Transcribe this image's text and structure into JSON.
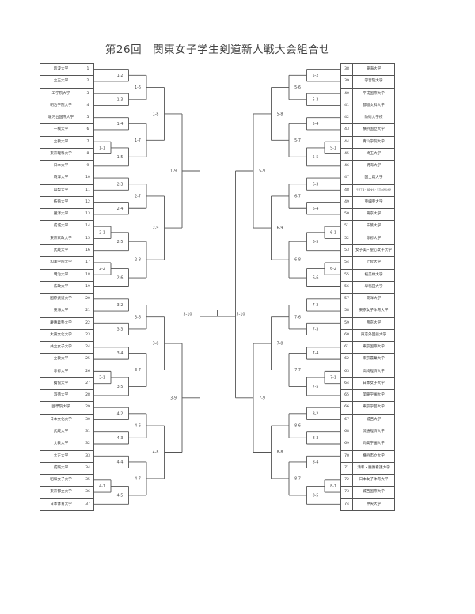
{
  "title": "第26回　関東女子学生剣道新人戦大会組合せ",
  "left": {
    "teams": [
      {
        "no": "1",
        "name": "筑波大学"
      },
      {
        "no": "2",
        "name": "立正大学"
      },
      {
        "no": "3",
        "name": "工学院大学"
      },
      {
        "no": "4",
        "name": "明治学院大学"
      },
      {
        "no": "5",
        "name": "駿河台国際大学"
      },
      {
        "no": "6",
        "name": "一橋大学"
      },
      {
        "no": "7",
        "name": "立教大学"
      },
      {
        "no": "8",
        "name": "東京理科大学"
      },
      {
        "no": "9",
        "name": "日本大学"
      },
      {
        "no": "10",
        "name": "駒澤大学"
      },
      {
        "no": "11",
        "name": "山梨大学"
      },
      {
        "no": "12",
        "name": "拓殖大学"
      },
      {
        "no": "13",
        "name": "麗澤大学"
      },
      {
        "no": "14",
        "name": "成城大学"
      },
      {
        "no": "15",
        "name": "東京家政大学"
      },
      {
        "no": "16",
        "name": "武蔵大学"
      },
      {
        "no": "17",
        "name": "和洋学院大学"
      },
      {
        "no": "18",
        "name": "明治大学"
      },
      {
        "no": "19",
        "name": "法政大学"
      },
      {
        "no": "20",
        "name": "国際武道大学"
      },
      {
        "no": "21",
        "name": "東海大学"
      },
      {
        "no": "22",
        "name": "慶應義塾大学"
      },
      {
        "no": "23",
        "name": "大東文化大学"
      },
      {
        "no": "24",
        "name": "共立女子大学"
      },
      {
        "no": "25",
        "name": "立教大学"
      },
      {
        "no": "26",
        "name": "専修大学"
      },
      {
        "no": "27",
        "name": "獨協大学"
      },
      {
        "no": "28",
        "name": "淑徳大学"
      },
      {
        "no": "29",
        "name": "國學院大学"
      },
      {
        "no": "30",
        "name": "日本文化大学"
      },
      {
        "no": "31",
        "name": "武蔵大学"
      },
      {
        "no": "32",
        "name": "文教大学"
      },
      {
        "no": "33",
        "name": "大正大学"
      },
      {
        "no": "34",
        "name": "成蹊大学"
      },
      {
        "no": "35",
        "name": "昭和女子大学"
      },
      {
        "no": "36",
        "name": "東京都立大学"
      },
      {
        "no": "37",
        "name": "日本体育大学"
      }
    ]
  },
  "right": {
    "teams": [
      {
        "no": "38",
        "name": "東海大学"
      },
      {
        "no": "39",
        "name": "学習院大学"
      },
      {
        "no": "40",
        "name": "平成国際大学"
      },
      {
        "no": "41",
        "name": "都留文科大学"
      },
      {
        "no": "42",
        "name": "防衛大学校"
      },
      {
        "no": "43",
        "name": "横浜国立大学"
      },
      {
        "no": "44",
        "name": "青山学院大学"
      },
      {
        "no": "45",
        "name": "埼玉大学"
      },
      {
        "no": "46",
        "name": "明海大学"
      },
      {
        "no": "47",
        "name": "国士舘大学"
      },
      {
        "no": "48",
        "name": "千葉工業・静岡文化・江戸川学院大学"
      },
      {
        "no": "49",
        "name": "亜細亜大学"
      },
      {
        "no": "50",
        "name": "東京大学"
      },
      {
        "no": "51",
        "name": "千葉大学"
      },
      {
        "no": "52",
        "name": "専修大学"
      },
      {
        "no": "53",
        "name": "女子美・聖心女子大学"
      },
      {
        "no": "54",
        "name": "上智大学"
      },
      {
        "no": "55",
        "name": "桜美林大学"
      },
      {
        "no": "56",
        "name": "早稲田大学"
      },
      {
        "no": "57",
        "name": "東洋大学"
      },
      {
        "no": "58",
        "name": "東京女子体育大学"
      },
      {
        "no": "59",
        "name": "帝京大学"
      },
      {
        "no": "60",
        "name": "東京外国語大学"
      },
      {
        "no": "61",
        "name": "東京国際大学"
      },
      {
        "no": "62",
        "name": "東京農業大学"
      },
      {
        "no": "63",
        "name": "高崎経済大学"
      },
      {
        "no": "64",
        "name": "日本女子大学"
      },
      {
        "no": "65",
        "name": "関東学園大学"
      },
      {
        "no": "66",
        "name": "東京学芸大学"
      },
      {
        "no": "67",
        "name": "城西大学"
      },
      {
        "no": "68",
        "name": "流通経済大学"
      },
      {
        "no": "69",
        "name": "尚美学園大学"
      },
      {
        "no": "70",
        "name": "横浜市立大学"
      },
      {
        "no": "71",
        "name": "清和・慶應看護大学"
      },
      {
        "no": "72",
        "name": "日本女子体育大学"
      },
      {
        "no": "73",
        "name": "城西国際大学"
      },
      {
        "no": "74",
        "name": "中央大学"
      }
    ]
  },
  "bracket": {
    "left": {
      "m": "3-10",
      "c": [
        {
          "m": "1-9",
          "c": [
            {
              "m": "1-8",
              "c": [
                {
                  "m": "1-6",
                  "c": [
                    {
                      "m": "1-2",
                      "c": [
                        1,
                        2
                      ]
                    },
                    {
                      "m": "1-3",
                      "c": [
                        3,
                        4
                      ]
                    }
                  ]
                },
                {
                  "m": "1-7",
                  "c": [
                    {
                      "m": "1-4",
                      "c": [
                        5,
                        6
                      ]
                    },
                    {
                      "m": "1-5",
                      "c": [
                        {
                          "m": "1-1",
                          "c": [
                            7,
                            8
                          ]
                        },
                        9
                      ]
                    }
                  ]
                }
              ]
            },
            {
              "m": "2-9",
              "c": [
                {
                  "m": "2-7",
                  "c": [
                    {
                      "m": "2-3",
                      "c": [
                        10,
                        11
                      ]
                    },
                    {
                      "m": "2-4",
                      "c": [
                        12,
                        13
                      ]
                    }
                  ]
                },
                {
                  "m": "2-8",
                  "c": [
                    {
                      "m": "2-5",
                      "c": [
                        {
                          "m": "2-1",
                          "c": [
                            14,
                            15
                          ]
                        },
                        16
                      ]
                    },
                    {
                      "m": "2-6",
                      "c": [
                        {
                          "m": "2-2",
                          "c": [
                            17,
                            18
                          ]
                        },
                        19
                      ]
                    }
                  ]
                }
              ]
            }
          ]
        },
        {
          "m": "3-9",
          "c": [
            {
              "m": "3-8",
              "c": [
                {
                  "m": "3-6",
                  "c": [
                    {
                      "m": "3-2",
                      "c": [
                        20,
                        21
                      ]
                    },
                    {
                      "m": "3-3",
                      "c": [
                        22,
                        23
                      ]
                    }
                  ]
                },
                {
                  "m": "3-7",
                  "c": [
                    {
                      "m": "3-4",
                      "c": [
                        24,
                        25
                      ]
                    },
                    {
                      "m": "3-5",
                      "c": [
                        {
                          "m": "3-1",
                          "c": [
                            26,
                            27
                          ]
                        },
                        28
                      ]
                    }
                  ]
                }
              ]
            },
            {
              "m": "4-8",
              "c": [
                {
                  "m": "4-6",
                  "c": [
                    {
                      "m": "4-2",
                      "c": [
                        29,
                        30
                      ]
                    },
                    {
                      "m": "4-3",
                      "c": [
                        31,
                        32
                      ]
                    }
                  ]
                },
                {
                  "m": "4-7",
                  "c": [
                    {
                      "m": "4-4",
                      "c": [
                        33,
                        34
                      ]
                    },
                    {
                      "m": "4-5",
                      "c": [
                        {
                          "m": "4-1",
                          "c": [
                            35,
                            36
                          ]
                        },
                        37
                      ]
                    }
                  ]
                }
              ]
            }
          ]
        }
      ]
    },
    "right": {
      "m": "5-10",
      "c": [
        {
          "m": "5-9",
          "c": [
            {
              "m": "5-8",
              "c": [
                {
                  "m": "5-6",
                  "c": [
                    {
                      "m": "5-2",
                      "c": [
                        38,
                        39
                      ]
                    },
                    {
                      "m": "5-3",
                      "c": [
                        40,
                        41
                      ]
                    }
                  ]
                },
                {
                  "m": "5-7",
                  "c": [
                    {
                      "m": "5-4",
                      "c": [
                        42,
                        43
                      ]
                    },
                    {
                      "m": "5-5",
                      "c": [
                        {
                          "m": "5-1",
                          "c": [
                            44,
                            45
                          ]
                        },
                        46
                      ]
                    }
                  ]
                }
              ]
            },
            {
              "m": "6-9",
              "c": [
                {
                  "m": "6-7",
                  "c": [
                    {
                      "m": "6-3",
                      "c": [
                        47,
                        48
                      ]
                    },
                    {
                      "m": "6-4",
                      "c": [
                        49,
                        50
                      ]
                    }
                  ]
                },
                {
                  "m": "6-8",
                  "c": [
                    {
                      "m": "6-5",
                      "c": [
                        {
                          "m": "6-1",
                          "c": [
                            51,
                            52
                          ]
                        },
                        53
                      ]
                    },
                    {
                      "m": "6-6",
                      "c": [
                        {
                          "m": "6-2",
                          "c": [
                            54,
                            55
                          ]
                        },
                        56
                      ]
                    }
                  ]
                }
              ]
            }
          ]
        },
        {
          "m": "7-9",
          "c": [
            {
              "m": "7-8",
              "c": [
                {
                  "m": "7-6",
                  "c": [
                    {
                      "m": "7-2",
                      "c": [
                        57,
                        58
                      ]
                    },
                    {
                      "m": "7-3",
                      "c": [
                        59,
                        60
                      ]
                    }
                  ]
                },
                {
                  "m": "7-7",
                  "c": [
                    {
                      "m": "7-4",
                      "c": [
                        61,
                        62
                      ]
                    },
                    {
                      "m": "7-5",
                      "c": [
                        {
                          "m": "7-1",
                          "c": [
                            63,
                            64
                          ]
                        },
                        65
                      ]
                    }
                  ]
                }
              ]
            },
            {
              "m": "8-8",
              "c": [
                {
                  "m": "8-6",
                  "c": [
                    {
                      "m": "8-2",
                      "c": [
                        66,
                        67
                      ]
                    },
                    {
                      "m": "8-3",
                      "c": [
                        68,
                        69
                      ]
                    }
                  ]
                },
                {
                  "m": "8-7",
                  "c": [
                    {
                      "m": "8-4",
                      "c": [
                        70,
                        71
                      ]
                    },
                    {
                      "m": "8-5",
                      "c": [
                        {
                          "m": "8-1",
                          "c": [
                            72,
                            73
                          ]
                        },
                        74
                      ]
                    }
                  ]
                }
              ]
            }
          ]
        }
      ]
    }
  }
}
